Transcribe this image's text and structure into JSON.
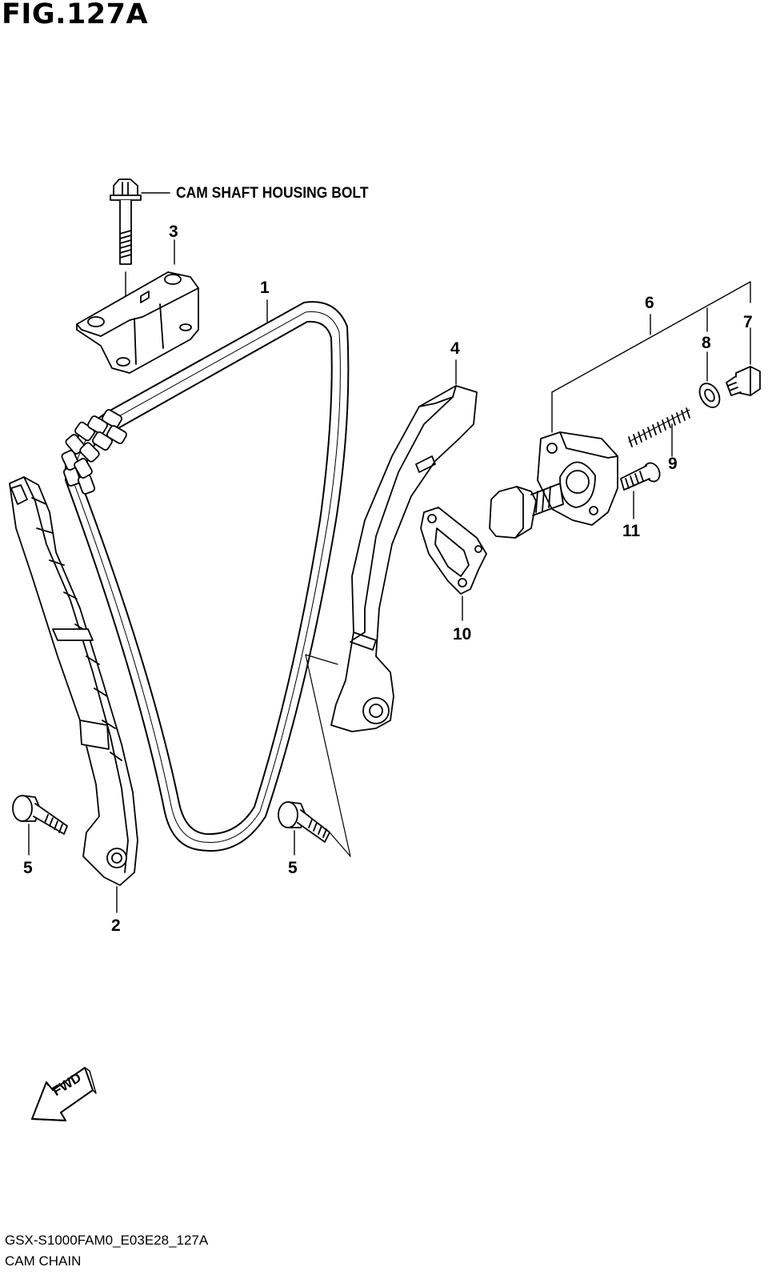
{
  "figure": {
    "title": "FIG.127A"
  },
  "annotation": {
    "bolt_note": "CAM SHAFT HOUSING BOLT"
  },
  "callouts": [
    {
      "id": "1",
      "label": "1"
    },
    {
      "id": "2",
      "label": "2"
    },
    {
      "id": "3",
      "label": "3"
    },
    {
      "id": "4",
      "label": "4"
    },
    {
      "id": "5a",
      "label": "5"
    },
    {
      "id": "5b",
      "label": "5"
    },
    {
      "id": "6",
      "label": "6"
    },
    {
      "id": "7",
      "label": "7"
    },
    {
      "id": "8",
      "label": "8"
    },
    {
      "id": "9",
      "label": "9"
    },
    {
      "id": "10",
      "label": "10"
    },
    {
      "id": "11",
      "label": "11"
    }
  ],
  "direction_marker": {
    "label": "FWD",
    "icon": "forward-arrow-icon"
  },
  "footer": {
    "model_code": "GSX-S1000FAM0_E03E28_127A",
    "section": "CAM CHAIN"
  }
}
